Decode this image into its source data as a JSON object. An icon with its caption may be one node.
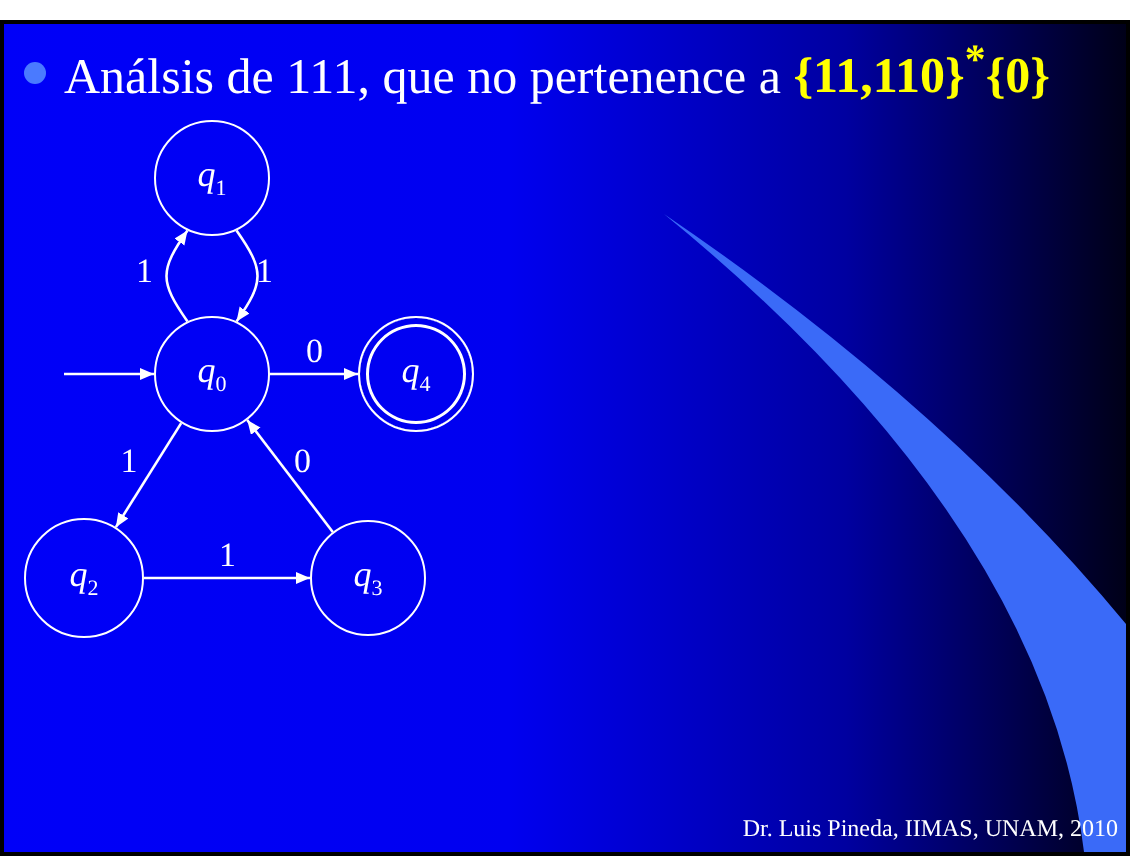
{
  "diagram": {
    "title": "Análsis de 111, que no pertenence a **{11,110}$^{*}${0}**",
    "nodes": [
      {
        "text": [
          "q$_{1}$"
        ]
      },
      {
        "text": [
          "q$_{0}$"
        ]
      },
      {
        "text": [
          "q$_{4}$"
        ]
      },
      {
        "text": [
          "q$_{2}$"
        ]
      },
      {
        "text": [
          "q$_{3}$"
        ]
      }
    ],
    "edges": [
      {
        "from": null,
        "to": 1,
        "arrow": "to"
      },
      {
        "from": 1,
        "to": 0,
        "arrow": "to",
        "label": "1"
      },
      {
        "from": 0,
        "to": 1,
        "arrow": "to",
        "label": "1"
      },
      {
        "from": 1,
        "to": 2,
        "arrow": "to",
        "label": "0"
      },
      {
        "from": 1,
        "to": 3,
        "arrow": "to",
        "label": "1"
      },
      {
        "from": 3,
        "to": 4,
        "arrow": "to",
        "label": "1"
      },
      {
        "from": 4,
        "to": 1,
        "arrow": "to",
        "label": "0"
      }
    ],
    "labels": [
      "Dr. Luis Pineda, IIMAS, UNAM, 2010"
    ]
  }
}
